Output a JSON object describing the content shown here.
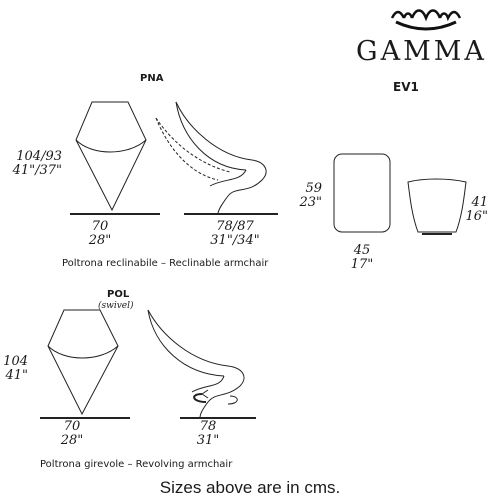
{
  "brand": {
    "name": "GAMMA",
    "model": "EV1"
  },
  "pna": {
    "title": "PNA",
    "front": {
      "height_cm": "104/93",
      "height_in": "41\"/37\"",
      "width_cm": "70",
      "width_in": "28\""
    },
    "side": {
      "depth_cm": "78/87",
      "depth_in": "31\"/34\""
    },
    "caption": "Poltrona reclinabile – Reclinable armchair"
  },
  "ottoman": {
    "top": {
      "height_cm": "59",
      "height_in": "23\"",
      "width_cm": "45",
      "width_in": "17\""
    },
    "side": {
      "height_cm": "41",
      "height_in": "16\""
    }
  },
  "pol": {
    "title": "POL",
    "subtitle": "(swivel)",
    "front": {
      "height_cm": "104",
      "height_in": "41\"",
      "width_cm": "70",
      "width_in": "28\""
    },
    "side": {
      "depth_cm": "78",
      "depth_in": "31\""
    },
    "caption": "Poltrona girevole – Revolving armchair"
  },
  "footer": {
    "note": "Sizes above are in cms."
  },
  "icons": [
    "gamma-logo-icon"
  ]
}
